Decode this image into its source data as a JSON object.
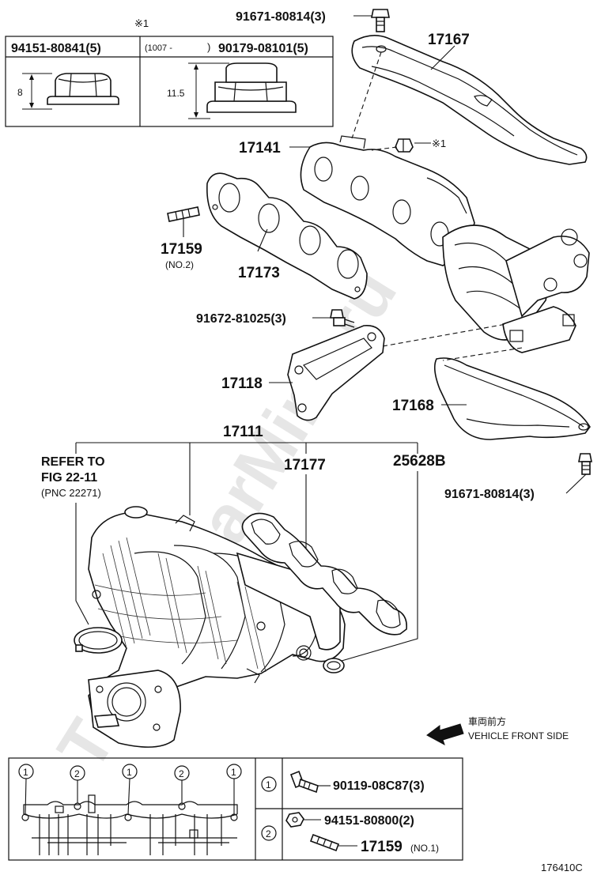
{
  "watermark": "ToyotaCarMine.ru",
  "inset_box": {
    "note_mark": "※1",
    "left_part": "94151-80841(5)",
    "right_range": "(1007 -",
    "right_range_close": ")",
    "right_part": "90179-08101(5)",
    "left_dim": "8",
    "right_dim": "11.5"
  },
  "labels": {
    "p91671_top": "91671-80814(3)",
    "p17167": "17167",
    "p17141": "17141",
    "p_note1_nut": "※1",
    "p17159": "17159",
    "p17159_sub": "(NO.2)",
    "p17173": "17173",
    "p91672": "91672-81025(3)",
    "p17118": "17118",
    "p17168": "17168",
    "p17111": "17111",
    "refer_line1": "REFER TO",
    "refer_line2": "FIG 22-11",
    "refer_line3": "(PNC 22271)",
    "p17177": "17177",
    "p25628B": "25628B",
    "p91671_bottom": "91671-80814(3)",
    "front_jp": "車両前方",
    "front_en": "VEHICLE FRONT SIDE"
  },
  "legend": {
    "marker_1": "1",
    "marker_2": "2",
    "row1_part": "90119-08C87(3)",
    "row2_part_a": "94151-80800(2)",
    "row2_part_b": "17159",
    "row2_sub": "(NO.1)"
  },
  "figure_code": "176410C"
}
